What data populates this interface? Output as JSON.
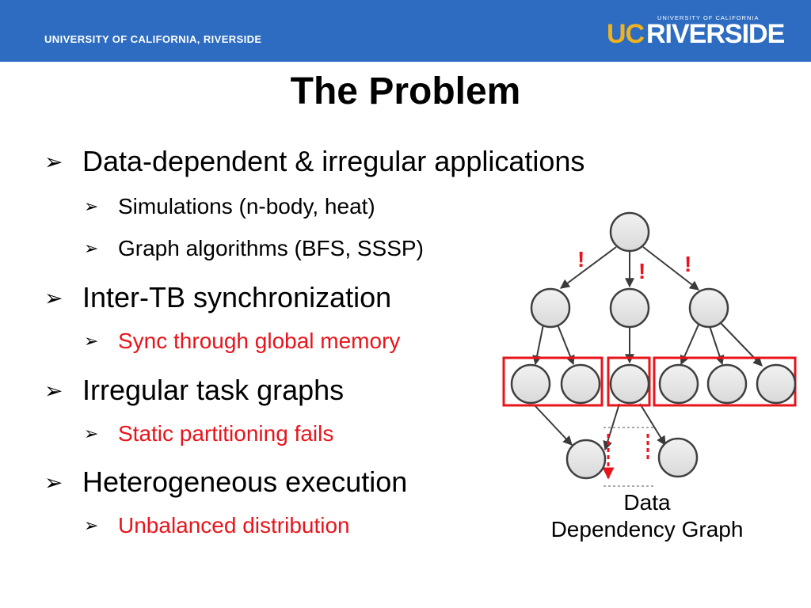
{
  "header": {
    "org_name": "UNIVERSITY OF CALIFORNIA, RIVERSIDE",
    "logo": {
      "sub": "UNIVERSITY OF CALIFORNIA",
      "uc": "UC",
      "riverside": "RIVERSIDE"
    },
    "colors": {
      "bar": "#2d6cc0",
      "uc": "#f2b21f"
    }
  },
  "slide": {
    "title": "The Problem",
    "bullets": [
      {
        "text": "Data-dependent & irregular applications",
        "subs": [
          {
            "text": "Simulations (n-body, heat)",
            "color": "black"
          },
          {
            "text": "Graph algorithms (BFS, SSSP)",
            "color": "black"
          }
        ]
      },
      {
        "text": "Inter-TB synchronization",
        "subs": [
          {
            "text": "Sync through global memory",
            "color": "red"
          }
        ]
      },
      {
        "text": "Irregular task graphs",
        "subs": [
          {
            "text": "Static partitioning fails",
            "color": "red"
          }
        ]
      },
      {
        "text": "Heterogeneous execution",
        "subs": [
          {
            "text": "Unbalanced distribution",
            "color": "red"
          }
        ]
      }
    ],
    "arrow_glyph": "➢",
    "accent_red": "#e8141b"
  },
  "diagram": {
    "caption_line1": "Data",
    "caption_line2": "Dependency Graph",
    "warning_mark": "!"
  }
}
